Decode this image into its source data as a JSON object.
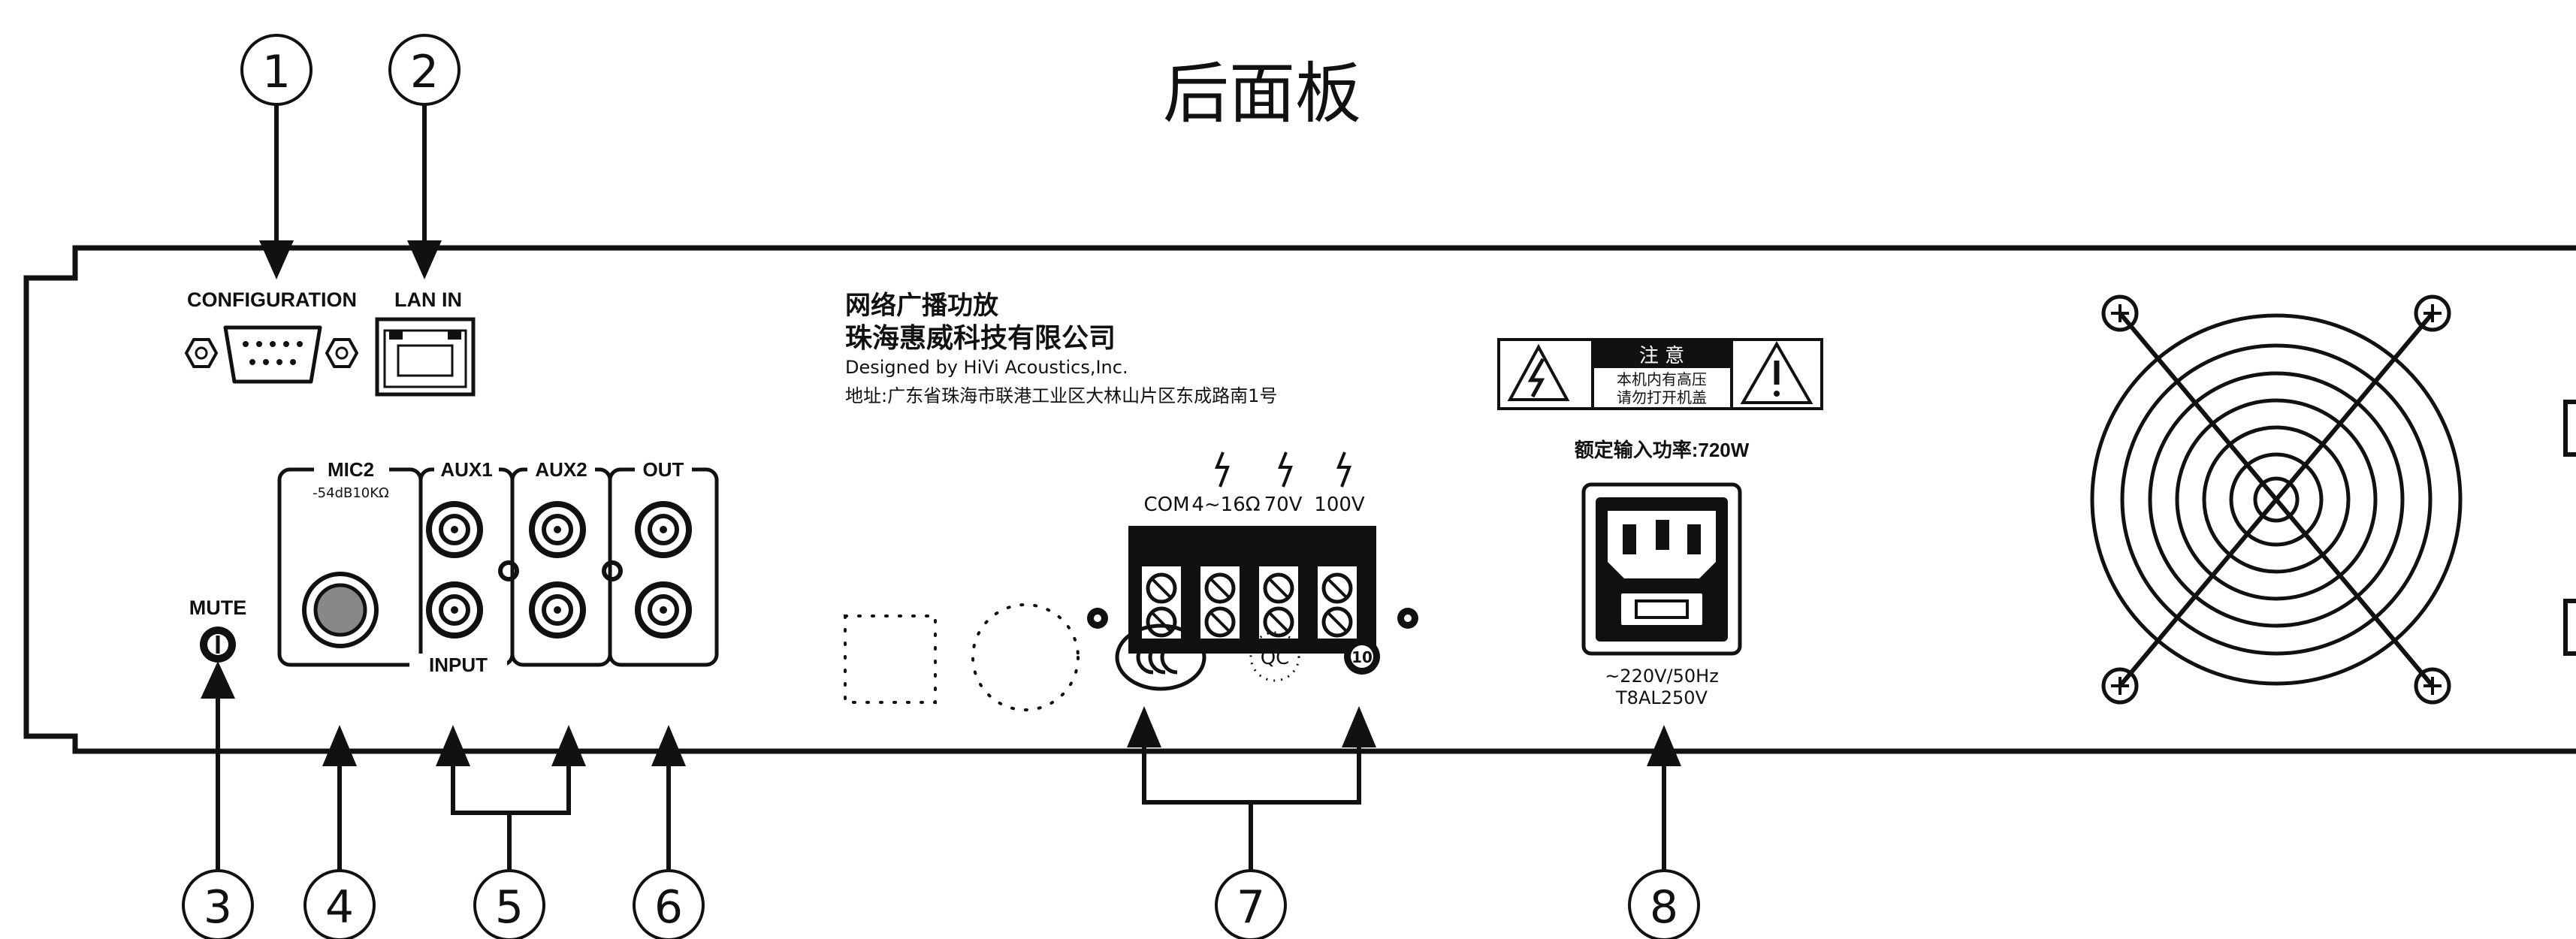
{
  "title": "后面板",
  "callouts": [
    "1",
    "2",
    "3",
    "4",
    "5",
    "6",
    "7",
    "8"
  ],
  "labels": {
    "configuration": "CONFIGURATION",
    "lan_in": "LAN IN",
    "mute": "MUTE",
    "mic2": "MIC2",
    "mic2_spec": "-54dB10KΩ",
    "aux1": "AUX1",
    "aux2": "AUX2",
    "out": "OUT",
    "input": "INPUT"
  },
  "company": {
    "product": "网络广播功放",
    "name": "珠海惠威科技有限公司",
    "designed_by": "Designed by HiVi Acoustics,Inc.",
    "address": "地址:广东省珠海市联港工业区大林山片区东成路南1号"
  },
  "warning": {
    "title": "注 意",
    "line1": "本机内有高压",
    "line2": "请勿打开机盖"
  },
  "terminals": [
    "COM",
    "4~16Ω",
    "70V",
    "100V"
  ],
  "cert": {
    "qc": "QC",
    "ten": "10"
  },
  "power": {
    "rated": "额定输入功率:720W",
    "voltage": "~220V/50Hz",
    "fuse": "T8AL250V"
  },
  "colors": {
    "ink": "#111111",
    "background": "#ffffff"
  }
}
